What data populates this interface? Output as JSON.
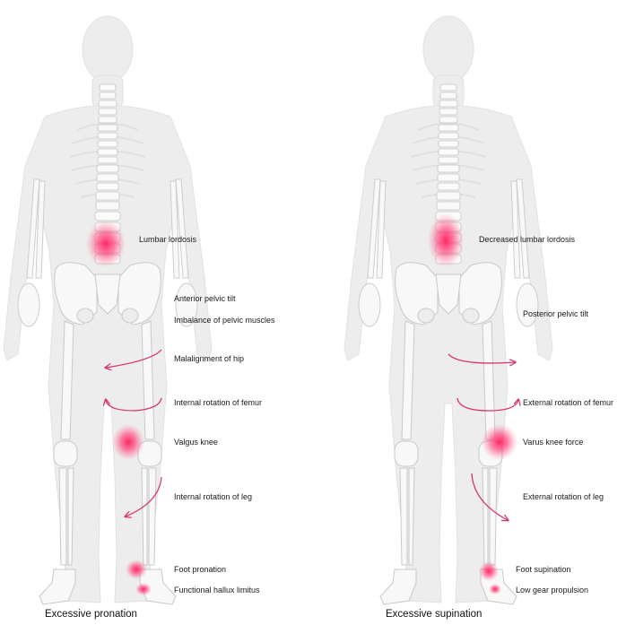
{
  "panels": [
    {
      "caption": "Excessive pronation",
      "labels": [
        "Lumbar lordosis",
        "Anterior pelvic tilt",
        "Imbalance of pelvic muscles",
        "Malalignment of hip",
        "Internal rotation of femur",
        "Valgus knee",
        "Internal rotation of leg",
        "Foot pronation",
        "Functional hallux limitus"
      ]
    },
    {
      "caption": "Excessive supination",
      "labels": [
        "Decreased lumbar lordosis",
        "Posterior pelvic tilt",
        "External rotation of femur",
        "Varus knee force",
        "External rotation of leg",
        "Foot supination",
        "Low gear propulsion"
      ]
    }
  ],
  "colors": {
    "body": "#ececec",
    "bone": "#f7f7f7",
    "bone_stroke": "#cfcfcf",
    "highlight": "#ff2d6a",
    "arrow": "#d8346a"
  }
}
